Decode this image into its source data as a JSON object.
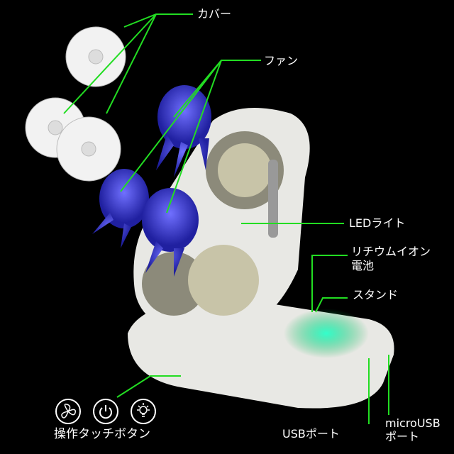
{
  "labels": {
    "cover": "カバー",
    "fan": "ファン",
    "led": "LEDライト",
    "battery_line1": "リチウムイオン",
    "battery_line2": "電池",
    "stand": "スタンド",
    "touch_buttons": "操作タッチボタン",
    "usb_port": "USBポート",
    "microusb_line1": "microUSB",
    "microusb_line2": "ポート"
  },
  "icons": [
    "fan-icon",
    "power-icon",
    "light-bulb-icon"
  ],
  "colors": {
    "leader": "#22dd22",
    "fan_blade": "#3a3adc",
    "body": "#e8e8e4"
  }
}
